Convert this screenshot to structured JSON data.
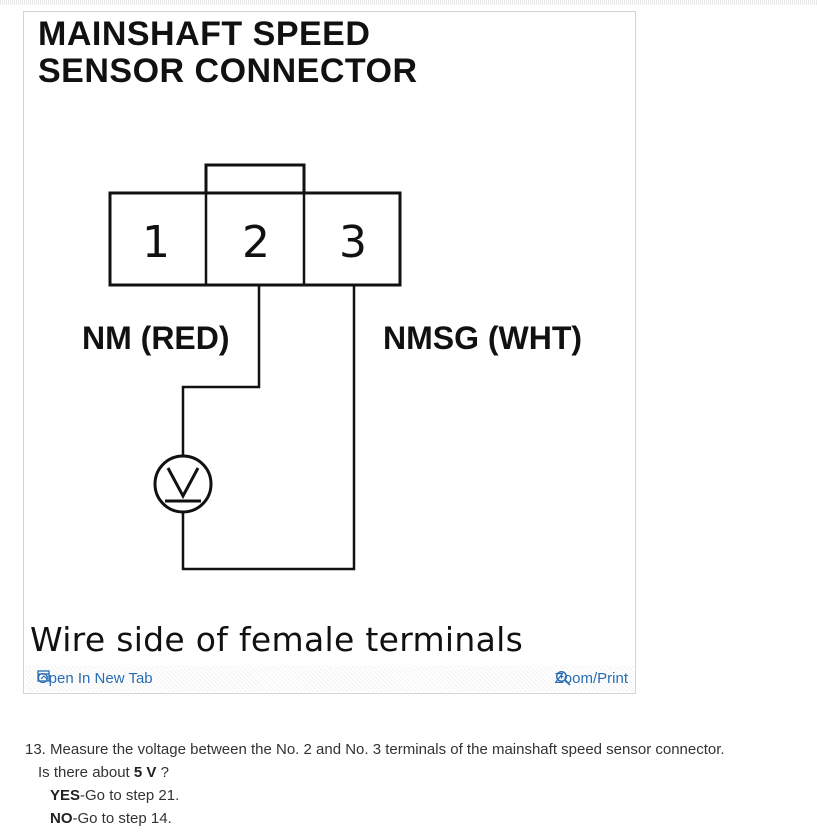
{
  "figure": {
    "title": "MAINSHAFT SPEED\nSENSOR CONNECTOR",
    "terminals": [
      "1",
      "2",
      "3"
    ],
    "wire_left_label": "NM (RED)",
    "wire_right_label": "NMSG (WHT)",
    "meter_symbol": "V",
    "caption": "Wire side of female terminals"
  },
  "toolbar": {
    "open_label": "Open In New Tab",
    "zoom_label": "Zoom/Print"
  },
  "step": {
    "text": "13. Measure the voltage between the No. 2 and No. 3 terminals of the mainshaft speed sensor connector.",
    "question_prefix": "Is there about",
    "question_value": "5 V",
    "question_suffix": "?",
    "yes_label": "YES",
    "yes_text": "-Go to step 21.",
    "no_label": "NO",
    "no_text": "-Go to step 14."
  }
}
